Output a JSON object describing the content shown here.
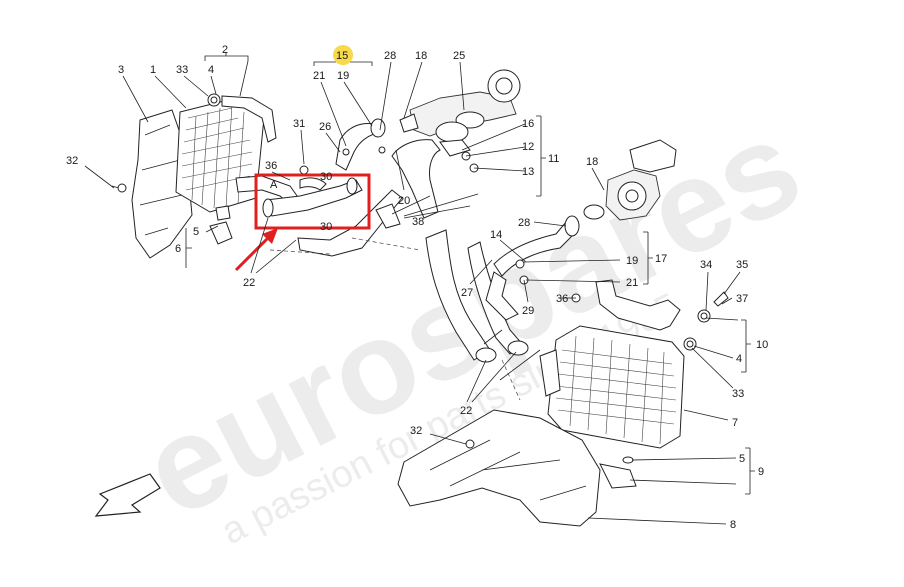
{
  "diagram": {
    "callouts": [
      {
        "id": "c-1",
        "text": "1"
      },
      {
        "id": "c-2",
        "text": "2"
      },
      {
        "id": "c-3",
        "text": "3"
      },
      {
        "id": "c-4a",
        "text": "4"
      },
      {
        "id": "c-33a",
        "text": "33"
      },
      {
        "id": "c-32a",
        "text": "32"
      },
      {
        "id": "c-5a",
        "text": "5"
      },
      {
        "id": "c-6",
        "text": "6"
      },
      {
        "id": "c-22a",
        "text": "22"
      },
      {
        "id": "c-31",
        "text": "31"
      },
      {
        "id": "c-36",
        "text": "36"
      },
      {
        "id": "c-A",
        "text": "A"
      },
      {
        "id": "c-26",
        "text": "26"
      },
      {
        "id": "c-30a",
        "text": "30"
      },
      {
        "id": "c-30b",
        "text": "30"
      },
      {
        "id": "c-15",
        "text": "15"
      },
      {
        "id": "c-21a",
        "text": "21"
      },
      {
        "id": "c-19a",
        "text": "19"
      },
      {
        "id": "c-28a",
        "text": "28"
      },
      {
        "id": "c-18a",
        "text": "18"
      },
      {
        "id": "c-25",
        "text": "25"
      },
      {
        "id": "c-16",
        "text": "16"
      },
      {
        "id": "c-12",
        "text": "12"
      },
      {
        "id": "c-11",
        "text": "11"
      },
      {
        "id": "c-13",
        "text": "13"
      },
      {
        "id": "c-20",
        "text": "20"
      },
      {
        "id": "c-38",
        "text": "38"
      },
      {
        "id": "c-18b",
        "text": "18"
      },
      {
        "id": "c-28b",
        "text": "28"
      },
      {
        "id": "c-14",
        "text": "14"
      },
      {
        "id": "c-19b",
        "text": "19"
      },
      {
        "id": "c-17",
        "text": "17"
      },
      {
        "id": "c-21b",
        "text": "21"
      },
      {
        "id": "c-27",
        "text": "27"
      },
      {
        "id": "c-29",
        "text": "29"
      },
      {
        "id": "c-36b",
        "text": "36"
      },
      {
        "id": "c-34",
        "text": "34"
      },
      {
        "id": "c-35",
        "text": "35"
      },
      {
        "id": "c-37",
        "text": "37"
      },
      {
        "id": "c-10",
        "text": "10"
      },
      {
        "id": "c-4b",
        "text": "4"
      },
      {
        "id": "c-33b",
        "text": "33"
      },
      {
        "id": "c-7",
        "text": "7"
      },
      {
        "id": "c-22b",
        "text": "22"
      },
      {
        "id": "c-32b",
        "text": "32"
      },
      {
        "id": "c-5b",
        "text": "5"
      },
      {
        "id": "c-9",
        "text": "9"
      },
      {
        "id": "c-8",
        "text": "8"
      }
    ],
    "watermark": {
      "brand": "eurospares",
      "tagline": "a passion for parts since 1985"
    },
    "colors": {
      "highlight": "#e02020",
      "badge": "#f7d94c",
      "line": "#222222",
      "watermark": "#ececec"
    }
  }
}
